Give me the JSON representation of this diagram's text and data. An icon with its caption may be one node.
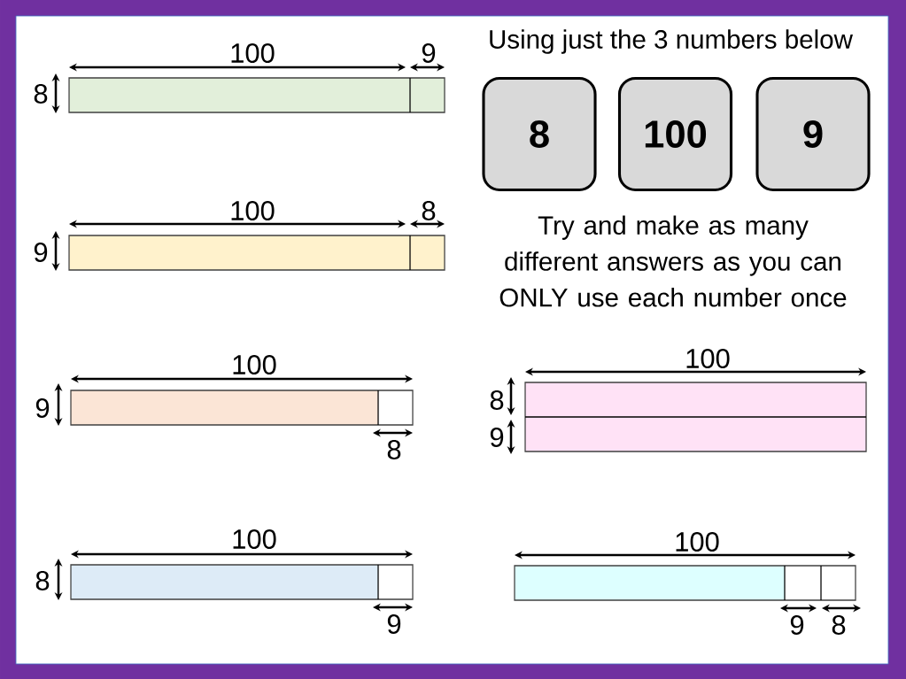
{
  "diagram": {
    "title": "Using just the 3 numbers below",
    "nodes": [
      {
        "text": [
          "8"
        ]
      },
      {
        "text": [
          "100"
        ]
      },
      {
        "text": [
          "9"
        ]
      }
    ],
    "labels": [
      "100",
      "9",
      "8",
      "100",
      "8",
      "9",
      "Try and make as many different answers as you can ONLY use each number once",
      "100",
      "9",
      "8",
      "100",
      "8",
      "9",
      "100",
      "8",
      "9",
      "100",
      "9",
      "8"
    ]
  }
}
